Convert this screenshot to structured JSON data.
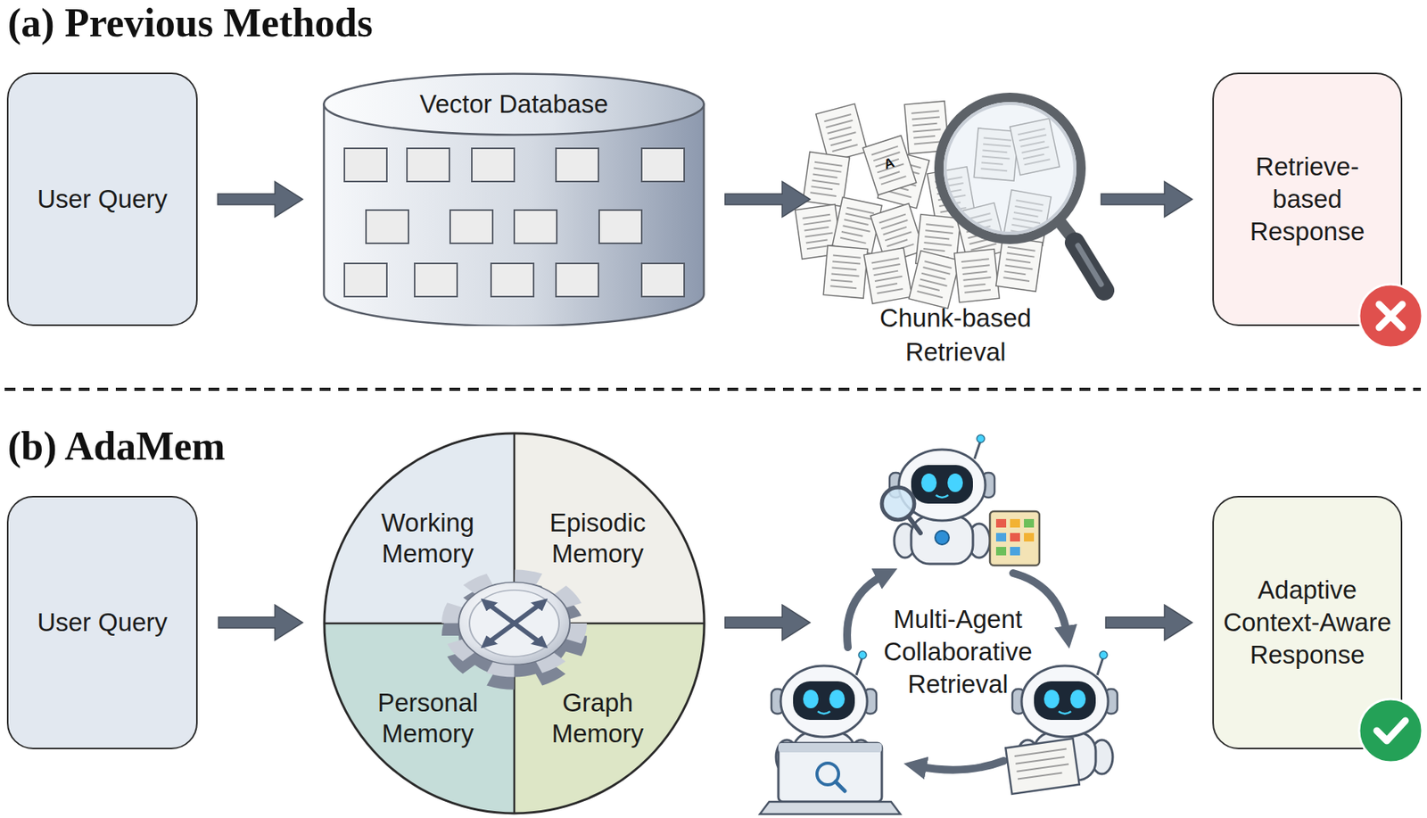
{
  "diagram": {
    "nodes": [
      {
        "text": [
          "User Query"
        ]
      },
      {
        "text": [
          "Vector Database"
        ]
      },
      {
        "text": [
          "Chunk-based Retrieval"
        ]
      },
      {
        "text": [
          "Retrieve-based Response"
        ]
      },
      {
        "text": [
          "User Query"
        ]
      },
      {
        "text": [
          "Working Memory"
        ]
      },
      {
        "text": [
          "Episodic Memory"
        ]
      },
      {
        "text": [
          "Personal Memory"
        ]
      },
      {
        "text": [
          "Graph Memory"
        ]
      },
      {
        "text": [
          "Multi-Agent Collaborative Retrieval"
        ]
      },
      {
        "text": [
          "Adaptive Context-Aware Response"
        ]
      }
    ],
    "edges": [
      {
        "from": 0,
        "to": 1,
        "arrow": "to"
      },
      {
        "from": 1,
        "to": 2,
        "arrow": "to"
      },
      {
        "from": 2,
        "to": 3,
        "arrow": "to"
      },
      {
        "from": 9,
        "to": 10,
        "arrow": "to"
      }
    ],
    "labels": [
      "(a) Previous Methods",
      "(b) AdaMem",
      "A"
    ]
  }
}
